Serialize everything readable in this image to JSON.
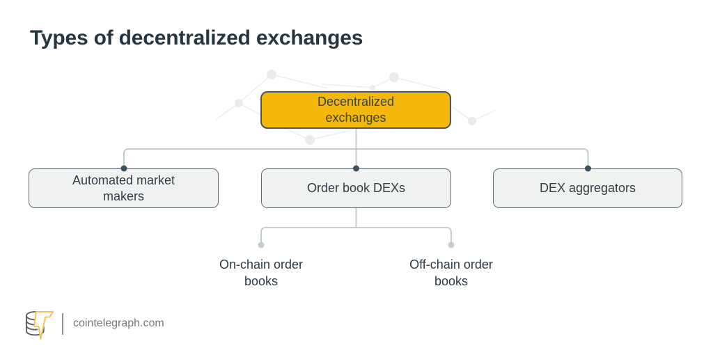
{
  "title": "Types of decentralized exchanges",
  "diagram": {
    "root": {
      "label": "Decentralized exchanges"
    },
    "children": [
      {
        "label": "Automated market makers"
      },
      {
        "label": "Order book DEXs"
      },
      {
        "label": "DEX aggregators"
      }
    ],
    "grandchildren": [
      {
        "label": "On-chain order books"
      },
      {
        "label": "Off-chain order books"
      }
    ]
  },
  "footer": {
    "logo_icon": "cointelegraph-logo-icon",
    "brand": "cointelegraph.com"
  },
  "colors": {
    "accent_yellow": "#F3B80A",
    "root_border": "#4D565E",
    "box_fill": "#F0F2F2",
    "box_border": "#5D6B75",
    "connector": "#B9C6CC",
    "dot_dark": "#3E5260",
    "dot_light": "#C3CED4",
    "title_text": "#253640",
    "label_text": "#2D3944",
    "brand_text": "#77797C",
    "pattern": "#ECEDEE"
  }
}
